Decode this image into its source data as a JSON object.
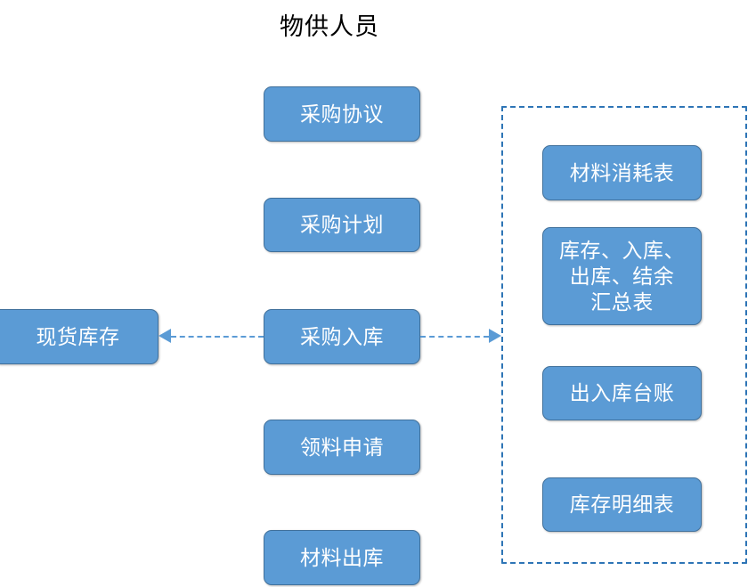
{
  "diagram": {
    "title": "物供人员",
    "left_node": {
      "label": "现货库存"
    },
    "center_nodes": [
      {
        "label": "采购协议"
      },
      {
        "label": "采购计划"
      },
      {
        "label": "采购入库"
      },
      {
        "label": "领料申请"
      },
      {
        "label": "材料出库"
      }
    ],
    "report_group": {
      "nodes": [
        {
          "label": "材料消耗表"
        },
        {
          "label": "库存、入库、\n出库、结余\n汇总表"
        },
        {
          "label": "出入库台账"
        },
        {
          "label": "库存明细表"
        }
      ]
    },
    "connectors": [
      {
        "name": "purchase-to-stock",
        "direction": "left"
      },
      {
        "name": "purchase-to-reports",
        "direction": "right"
      }
    ],
    "colors": {
      "node_fill": "#5B9BD5",
      "node_border": "#41719C",
      "node_text": "#FFFFFF",
      "group_border": "#2E75B6",
      "connector": "#5B9BD5",
      "title_text": "#000000",
      "background": "#FFFFFF"
    }
  }
}
